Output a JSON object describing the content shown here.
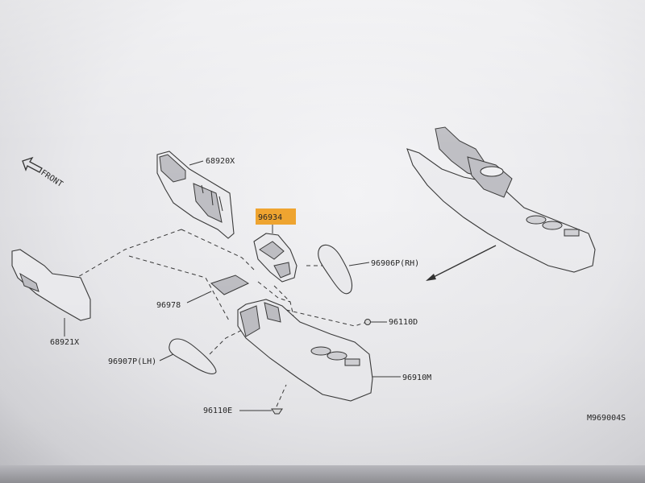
{
  "diagram": {
    "front_label": "FRONT",
    "drawing_code": "M969004S",
    "highlight_color": "#f0a530",
    "parts": [
      {
        "id": "68920X",
        "label": "68920X"
      },
      {
        "id": "96934",
        "label": "96934",
        "highlighted": true
      },
      {
        "id": "96906P",
        "label": "96906P(RH)"
      },
      {
        "id": "96978",
        "label": "96978"
      },
      {
        "id": "96110D",
        "label": "96110D"
      },
      {
        "id": "68921X",
        "label": "68921X"
      },
      {
        "id": "96907P",
        "label": "96907P(LH)"
      },
      {
        "id": "96910M",
        "label": "96910M"
      },
      {
        "id": "96110E",
        "label": "96110E"
      }
    ]
  }
}
